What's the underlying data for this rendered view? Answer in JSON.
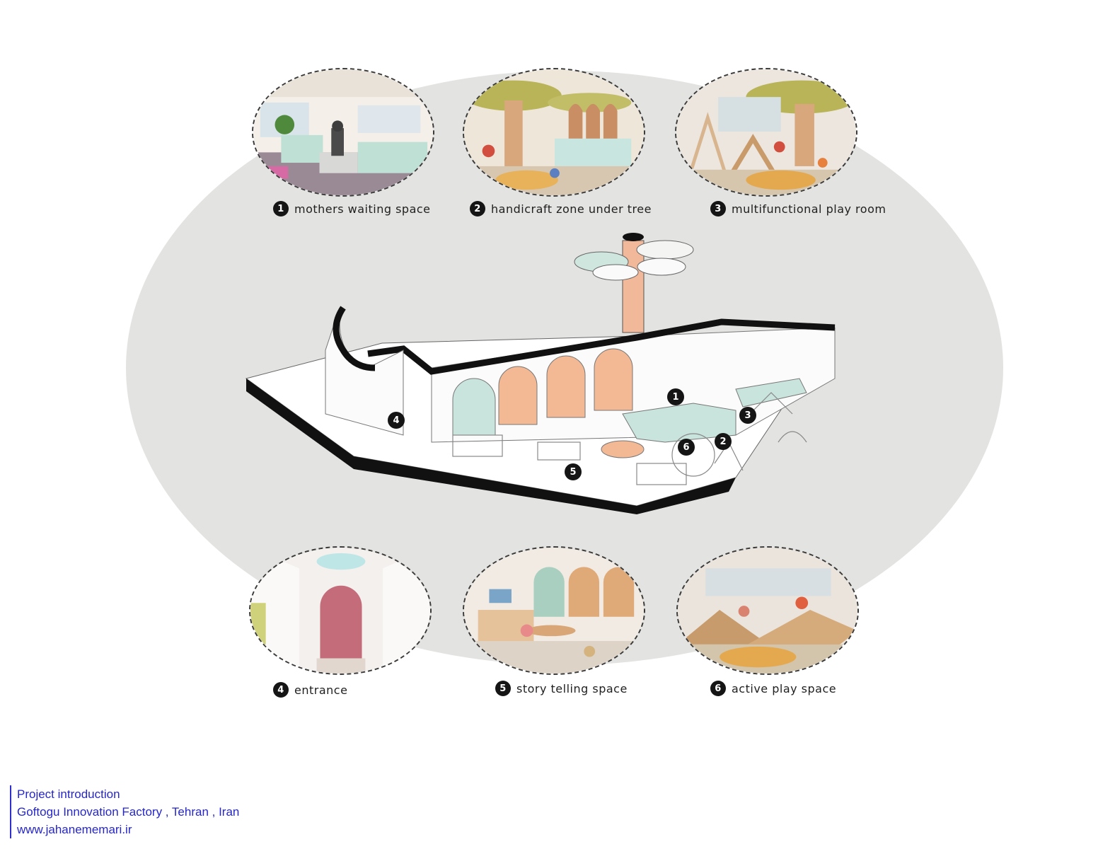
{
  "colors": {
    "background": "#ffffff",
    "ellipse": "#e3e3e1",
    "mint": "#c9e4dc",
    "peach": "#f3b995",
    "olive": "#b8b457",
    "footer_text": "#2626c9"
  },
  "spaces": [
    {
      "number": "1",
      "label": "mothers waiting space"
    },
    {
      "number": "2",
      "label": "handicraft zone under tree"
    },
    {
      "number": "3",
      "label": "multifunctional play room"
    },
    {
      "number": "4",
      "label": "entrance"
    },
    {
      "number": "5",
      "label": "story telling space"
    },
    {
      "number": "6",
      "label": "active play space"
    }
  ],
  "plan_markers": [
    "1",
    "2",
    "3",
    "4",
    "5",
    "6"
  ],
  "footer": {
    "line1": "Project introduction",
    "line2": "Goftogu Innovation Factory , Tehran , Iran",
    "line3": "www.jahanememari.ir"
  }
}
